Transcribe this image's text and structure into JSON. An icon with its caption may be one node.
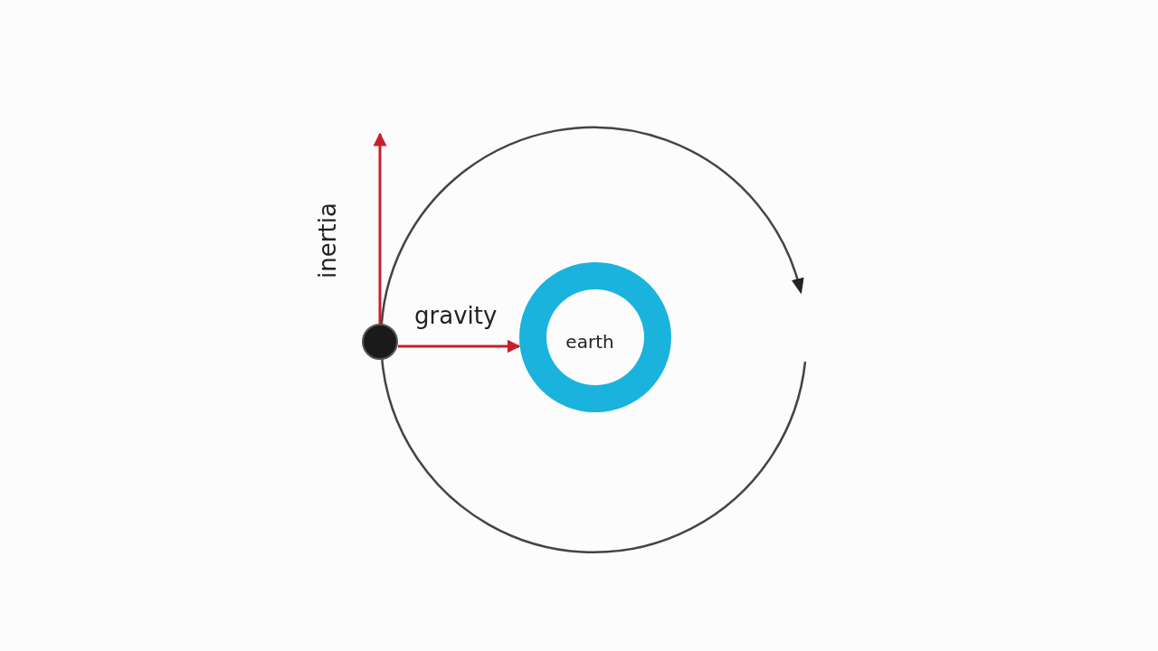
{
  "diagram": {
    "nodes": [
      {
        "text": [],
        "shape": "circle"
      },
      {
        "text": [
          "earth"
        ]
      }
    ],
    "edges": [
      {
        "from": 0,
        "to": 1,
        "arrow": "to",
        "label": "gravity"
      },
      {
        "from": 0,
        "to": null,
        "arrow": "to",
        "label": "inertia"
      }
    ]
  }
}
